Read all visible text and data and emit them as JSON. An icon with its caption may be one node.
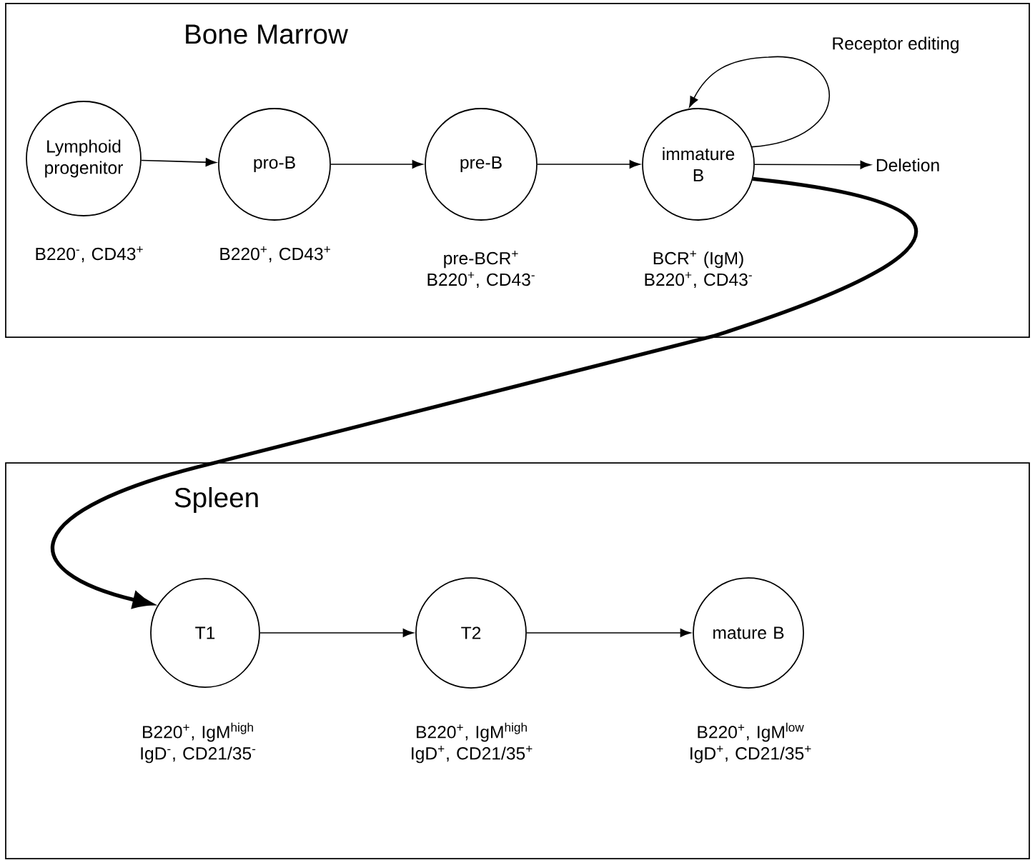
{
  "diagram": {
    "nodes": [
      {
        "text": [
          "Bone Marrow"
        ]
      },
      {
        "text": [
          "Lymphoid progenitor"
        ],
        "in": 0,
        "beside": [
          "B220$^{-}$, CD43$^{+}$"
        ]
      },
      {
        "text": [
          "pro-B"
        ],
        "in": 0,
        "beside": [
          "B220$^{+}$, CD43$^{+}$"
        ]
      },
      {
        "text": [
          "pre-B"
        ],
        "in": 0,
        "beside": [
          "pre-BCR$^{+}$ B220$^{+}$, CD43$^{-}$"
        ]
      },
      {
        "text": [
          "immature B"
        ],
        "in": 0,
        "beside": [
          "BCR$^{+}$ (IgM) B220$^{+}$, CD43$^{-}$"
        ]
      },
      {
        "text": [
          "Deletion"
        ],
        "in": 0
      },
      {
        "text": [
          "Spleen"
        ]
      },
      {
        "text": [
          "T1"
        ],
        "in": 6,
        "beside": [
          "B220$^{+}$, IgM$^{high}$ IgD$^{-}$, CD21/35$^{-}$"
        ]
      },
      {
        "text": [
          "T2"
        ],
        "in": 6,
        "beside": [
          "B220$^{+}$, IgM$^{high}$ IgD$^{+}$, CD21/35$^{+}$"
        ]
      },
      {
        "text": [
          "mature B"
        ],
        "in": 6,
        "beside": [
          "B220$^{+}$, IgM$^{low}$ IgD$^{+}$, CD21/35$^{+}$"
        ]
      }
    ],
    "edges": [
      {
        "from": 1,
        "to": 2,
        "arrow": "to"
      },
      {
        "from": 2,
        "to": 3,
        "arrow": "to"
      },
      {
        "from": 3,
        "to": 4,
        "arrow": "to"
      },
      {
        "from": 4,
        "to": 4,
        "arrow": "to",
        "label": "Receptor editing"
      },
      {
        "from": 4,
        "to": 5,
        "arrow": "to"
      },
      {
        "from": 4,
        "to": 7,
        "arrow": "to",
        "style": "thick"
      },
      {
        "from": 7,
        "to": 8,
        "arrow": "to"
      },
      {
        "from": 8,
        "to": 9,
        "arrow": "to"
      }
    ]
  }
}
